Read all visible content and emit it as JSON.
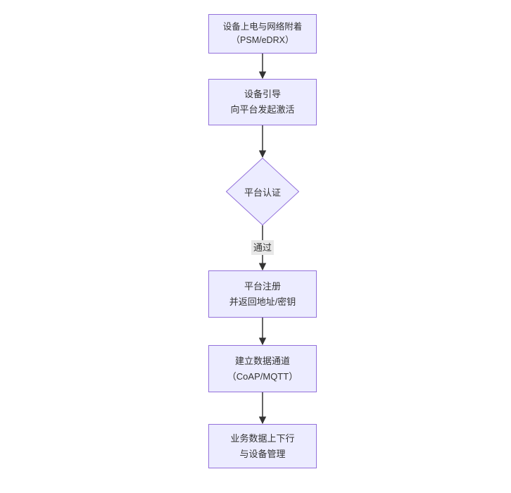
{
  "diagram": {
    "type": "flowchart",
    "direction": "top-down",
    "colors": {
      "bg": "#ffffff",
      "node_fill": "#ECECFF",
      "node_border": "#9370DB",
      "edge": "#333333",
      "text": "#333333",
      "edge_label_bg": "#e8e8e8"
    },
    "nodes": [
      {
        "id": "power-attach",
        "shape": "rect",
        "lines": [
          "设备上电与网络附着",
          "（PSM/eDRX）"
        ]
      },
      {
        "id": "bootstrap",
        "shape": "rect",
        "lines": [
          "设备引导",
          "向平台发起激活"
        ]
      },
      {
        "id": "platform-auth",
        "shape": "diamond",
        "lines": [
          "平台认证"
        ]
      },
      {
        "id": "platform-register",
        "shape": "rect",
        "lines": [
          "平台注册",
          "并返回地址/密钥"
        ]
      },
      {
        "id": "data-channel",
        "shape": "rect",
        "lines": [
          "建立数据通道",
          "（CoAP/MQTT）"
        ]
      },
      {
        "id": "business-data",
        "shape": "rect",
        "lines": [
          "业务数据上下行",
          "与设备管理"
        ]
      }
    ],
    "edges": [
      {
        "from": "power-attach",
        "to": "bootstrap",
        "label": ""
      },
      {
        "from": "bootstrap",
        "to": "platform-auth",
        "label": ""
      },
      {
        "from": "platform-auth",
        "to": "platform-register",
        "label": "通过"
      },
      {
        "from": "platform-register",
        "to": "data-channel",
        "label": ""
      },
      {
        "from": "data-channel",
        "to": "business-data",
        "label": ""
      }
    ]
  }
}
